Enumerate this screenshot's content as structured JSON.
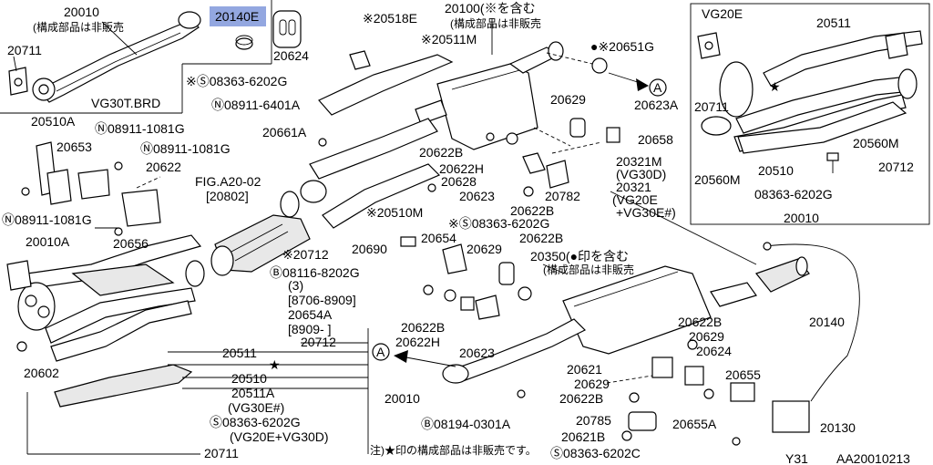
{
  "highlight_part": "20140E",
  "inset_vg30t": {
    "part_20010": "20010",
    "note": "(構成部品は非販売",
    "model": "VG30T.BRD",
    "p20711": "20711",
    "p20624": "20624"
  },
  "inset_vg20e": {
    "title": "VG20E",
    "p20511": "20511",
    "p20711": "20711",
    "p20560m_a": "20560M",
    "p20560m_b": "20560M",
    "p20510": "20510",
    "p20712": "20712",
    "bolt": "08363-6202G",
    "p20010": "20010"
  },
  "labels": {
    "p20518e": "※20518E",
    "p20100": "20100(※を含む",
    "p20100_note": "(構成部品は非販売",
    "p20511m": "※20511M",
    "p20651g": "●※20651G",
    "bolt_a": "※Ⓢ08363-6202G",
    "nut_6401a": "Ⓝ08911-6401A",
    "p20629_a": "20629",
    "p20623a": "20623A",
    "p20510a": "20510A",
    "nut_1081g_a": "Ⓝ08911-1081G",
    "p20653": "20653",
    "nut_1081g_b": "Ⓝ08911-1081G",
    "p20622": "20622",
    "p20661a": "20661A",
    "p20658": "20658",
    "p20622b_a": "20622B",
    "p20622h_a": "20622H",
    "p20628": "20628",
    "p20623": "20623",
    "p20622b_b": "20622B",
    "p20782": "20782",
    "p20321m": "20321M",
    "p20321m_sub": "(VG30D)",
    "p20321": "20321",
    "p20321_sub1": "(VG20E",
    "p20321_sub2": "+VG30E#)",
    "fig": "FIG.A20-02",
    "fig_sub": "[20802]",
    "p20510m": "※20510M",
    "bolt_b": "※Ⓢ08363-6202G",
    "nut_1081g_c": "Ⓝ08911-1081G",
    "p20010a": "20010A",
    "p20656": "20656",
    "p20712_a": "※20712",
    "p20690": "20690",
    "p20654": "20654",
    "p20629_b": "20629",
    "p20622b_c": "20622B",
    "p20350": "20350(●印を含む",
    "p20350_note": "(構成部品は非販売",
    "bolt_8202g": "Ⓑ08116-8202G",
    "qty3": "(3)",
    "date1": "[8706-8909]",
    "p20654a": "20654A",
    "date2": "[8909-    ]",
    "p20622b_d": "20622B",
    "p20622h_b": "20622H",
    "p20623_b": "20623",
    "p20511": "20511",
    "p20712_b": "20712",
    "p20510": "20510",
    "p20511a": "20511A",
    "p20511a_sub": "(VG30E#)",
    "bolt_c": "Ⓢ08363-6202G",
    "bolt_c_sub": "(VG20E+VG30D)",
    "p20711": "20711",
    "p20010": "20010",
    "p20602": "20602",
    "p20622b_e": "20622B",
    "p20629_c": "20629",
    "p20624": "20624",
    "p20140": "20140",
    "p20621": "20621",
    "p20655": "20655",
    "p20629_d": "20629",
    "p20622b_f": "20622B",
    "bolt_0301a": "Ⓑ08194-0301A",
    "p20785": "20785",
    "p20655a": "20655A",
    "p20130": "20130",
    "p20621b": "20621B",
    "bolt_d": "Ⓢ08363-6202C",
    "footnote": "注)★印の構成部品は非販売です。",
    "page_code": "Y31",
    "diagram_id": "AA20010213",
    "ref_a": "A"
  }
}
